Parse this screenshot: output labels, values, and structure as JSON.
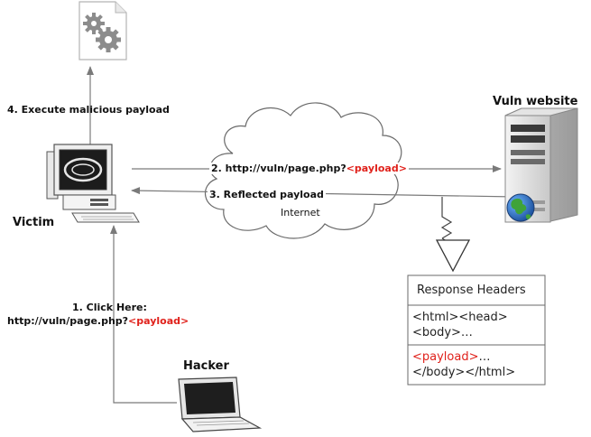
{
  "labels": {
    "execute": "4. Execute malicious payload",
    "vuln_website": "Vuln website",
    "victim": "Victim",
    "hacker": "Hacker",
    "request_prefix": "2. http://vuln/page.php?",
    "request_payload": "<payload>",
    "reflected": "3. Reflected payload",
    "internet": "Internet",
    "click_line1": "1. Click Here:",
    "click_line2_prefix": "http://vuln/page.php?",
    "click_line2_payload": "<payload>"
  },
  "response_box": {
    "header": "Response Headers",
    "section1_line1": "<html><head>",
    "section1_line2": "<body>…",
    "section2_payload": "<payload>",
    "section2_suffix": "…",
    "section2_line2": "</body></html>"
  },
  "colors": {
    "payload": "#e0211b",
    "lines": "#7a7a7a"
  },
  "icons": [
    "gears-document-icon",
    "desktop-computer-icon",
    "server-icon",
    "globe-icon",
    "laptop-icon",
    "cloud-icon"
  ]
}
